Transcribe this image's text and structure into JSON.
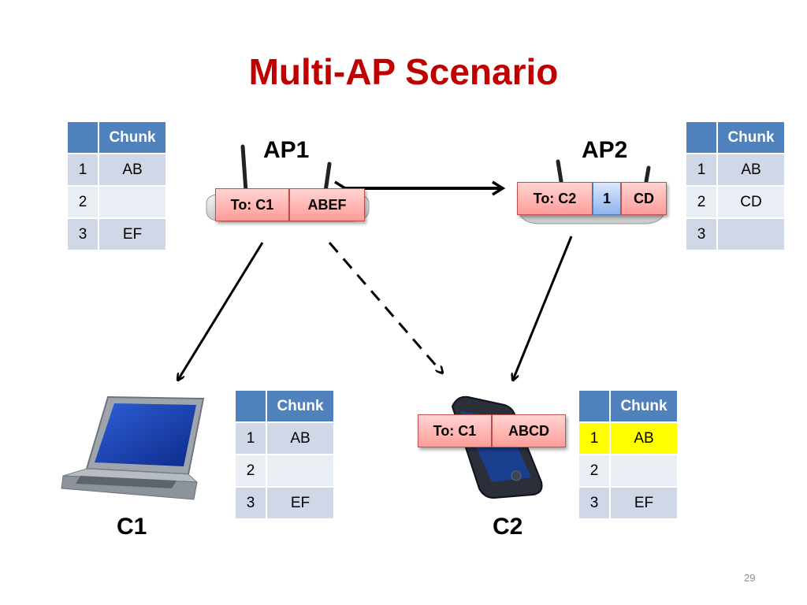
{
  "title": "Multi-AP Scenario",
  "slide_number": "29",
  "nodes": {
    "ap1": "AP1",
    "ap2": "AP2",
    "c1": "C1",
    "c2": "C2"
  },
  "tables": {
    "ap1": {
      "header": "Chunk",
      "rows": [
        {
          "n": "1",
          "v": "AB"
        },
        {
          "n": "2",
          "v": ""
        },
        {
          "n": "3",
          "v": "EF"
        }
      ]
    },
    "ap2": {
      "header": "Chunk",
      "rows": [
        {
          "n": "1",
          "v": "AB"
        },
        {
          "n": "2",
          "v": "CD"
        },
        {
          "n": "3",
          "v": ""
        }
      ]
    },
    "c1": {
      "header": "Chunk",
      "rows": [
        {
          "n": "1",
          "v": "AB"
        },
        {
          "n": "2",
          "v": ""
        },
        {
          "n": "3",
          "v": "EF"
        }
      ]
    },
    "c2": {
      "header": "Chunk",
      "rows": [
        {
          "n": "1",
          "v": "AB",
          "highlight": true
        },
        {
          "n": "2",
          "v": ""
        },
        {
          "n": "3",
          "v": "EF"
        }
      ]
    }
  },
  "packets": {
    "ap1": {
      "dest": "To: C1",
      "payload": "ABEF"
    },
    "ap2": {
      "dest": "To: C2",
      "index": "1",
      "payload": "CD"
    },
    "c2": {
      "dest": "To: C1",
      "payload": "ABCD"
    }
  },
  "colors": {
    "title": "#c00000",
    "table_header": "#4f81bd",
    "highlight": "#ffff00",
    "packet": "#ff9d99"
  }
}
